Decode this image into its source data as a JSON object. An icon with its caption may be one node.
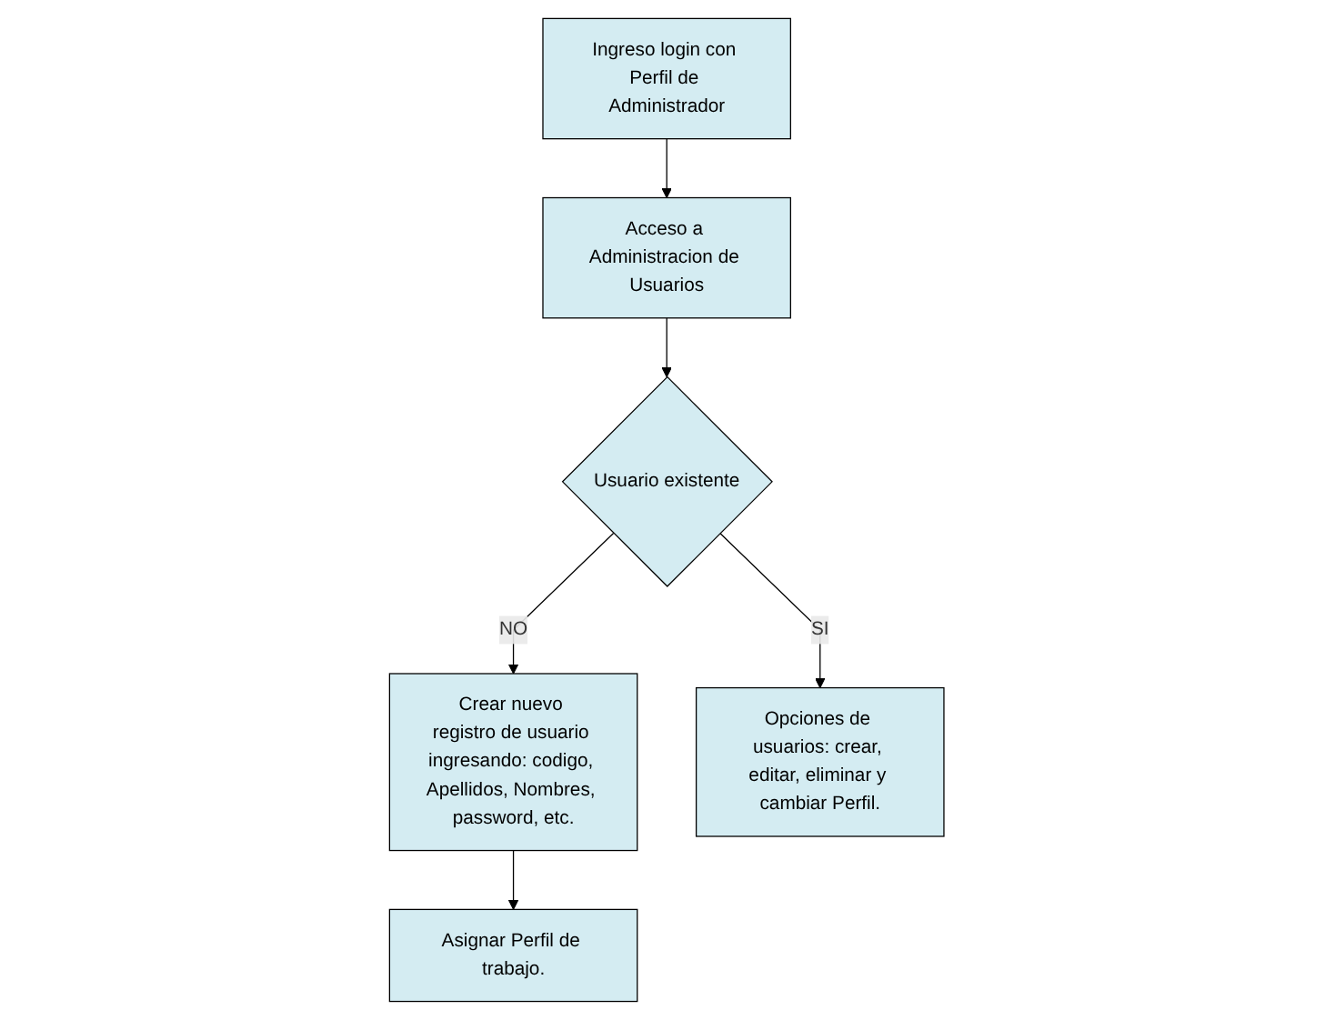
{
  "diagram": {
    "nodes": [
      {
        "text": [
          "Ingreso login con Perfil de Administrador"
        ]
      },
      {
        "text": [
          "Acceso a Administracion de Usuarios"
        ]
      },
      {
        "text": [
          "Crear nuevo registro de usuario ingresando: codigo, Apellidos, Nombres, password, etc."
        ]
      },
      {
        "text": [
          "Usuario existente"
        ]
      },
      {
        "text": [
          "Opciones de usuarios: crear, editar, eliminar y cambiar Perfil."
        ]
      },
      {
        "text": [
          "Asignar Perfil de trabajo."
        ]
      }
    ],
    "edges": [
      {
        "from": 0,
        "to": 1,
        "arrow": "to"
      },
      {
        "from": 1,
        "to": 3,
        "arrow": "to"
      },
      {
        "from": 3,
        "to": 2,
        "label": "NO",
        "arrow": "to"
      },
      {
        "from": 3,
        "to": 4,
        "label": "SI",
        "arrow": "to"
      },
      {
        "from": 2,
        "to": 5,
        "arrow": "to"
      }
    ]
  }
}
